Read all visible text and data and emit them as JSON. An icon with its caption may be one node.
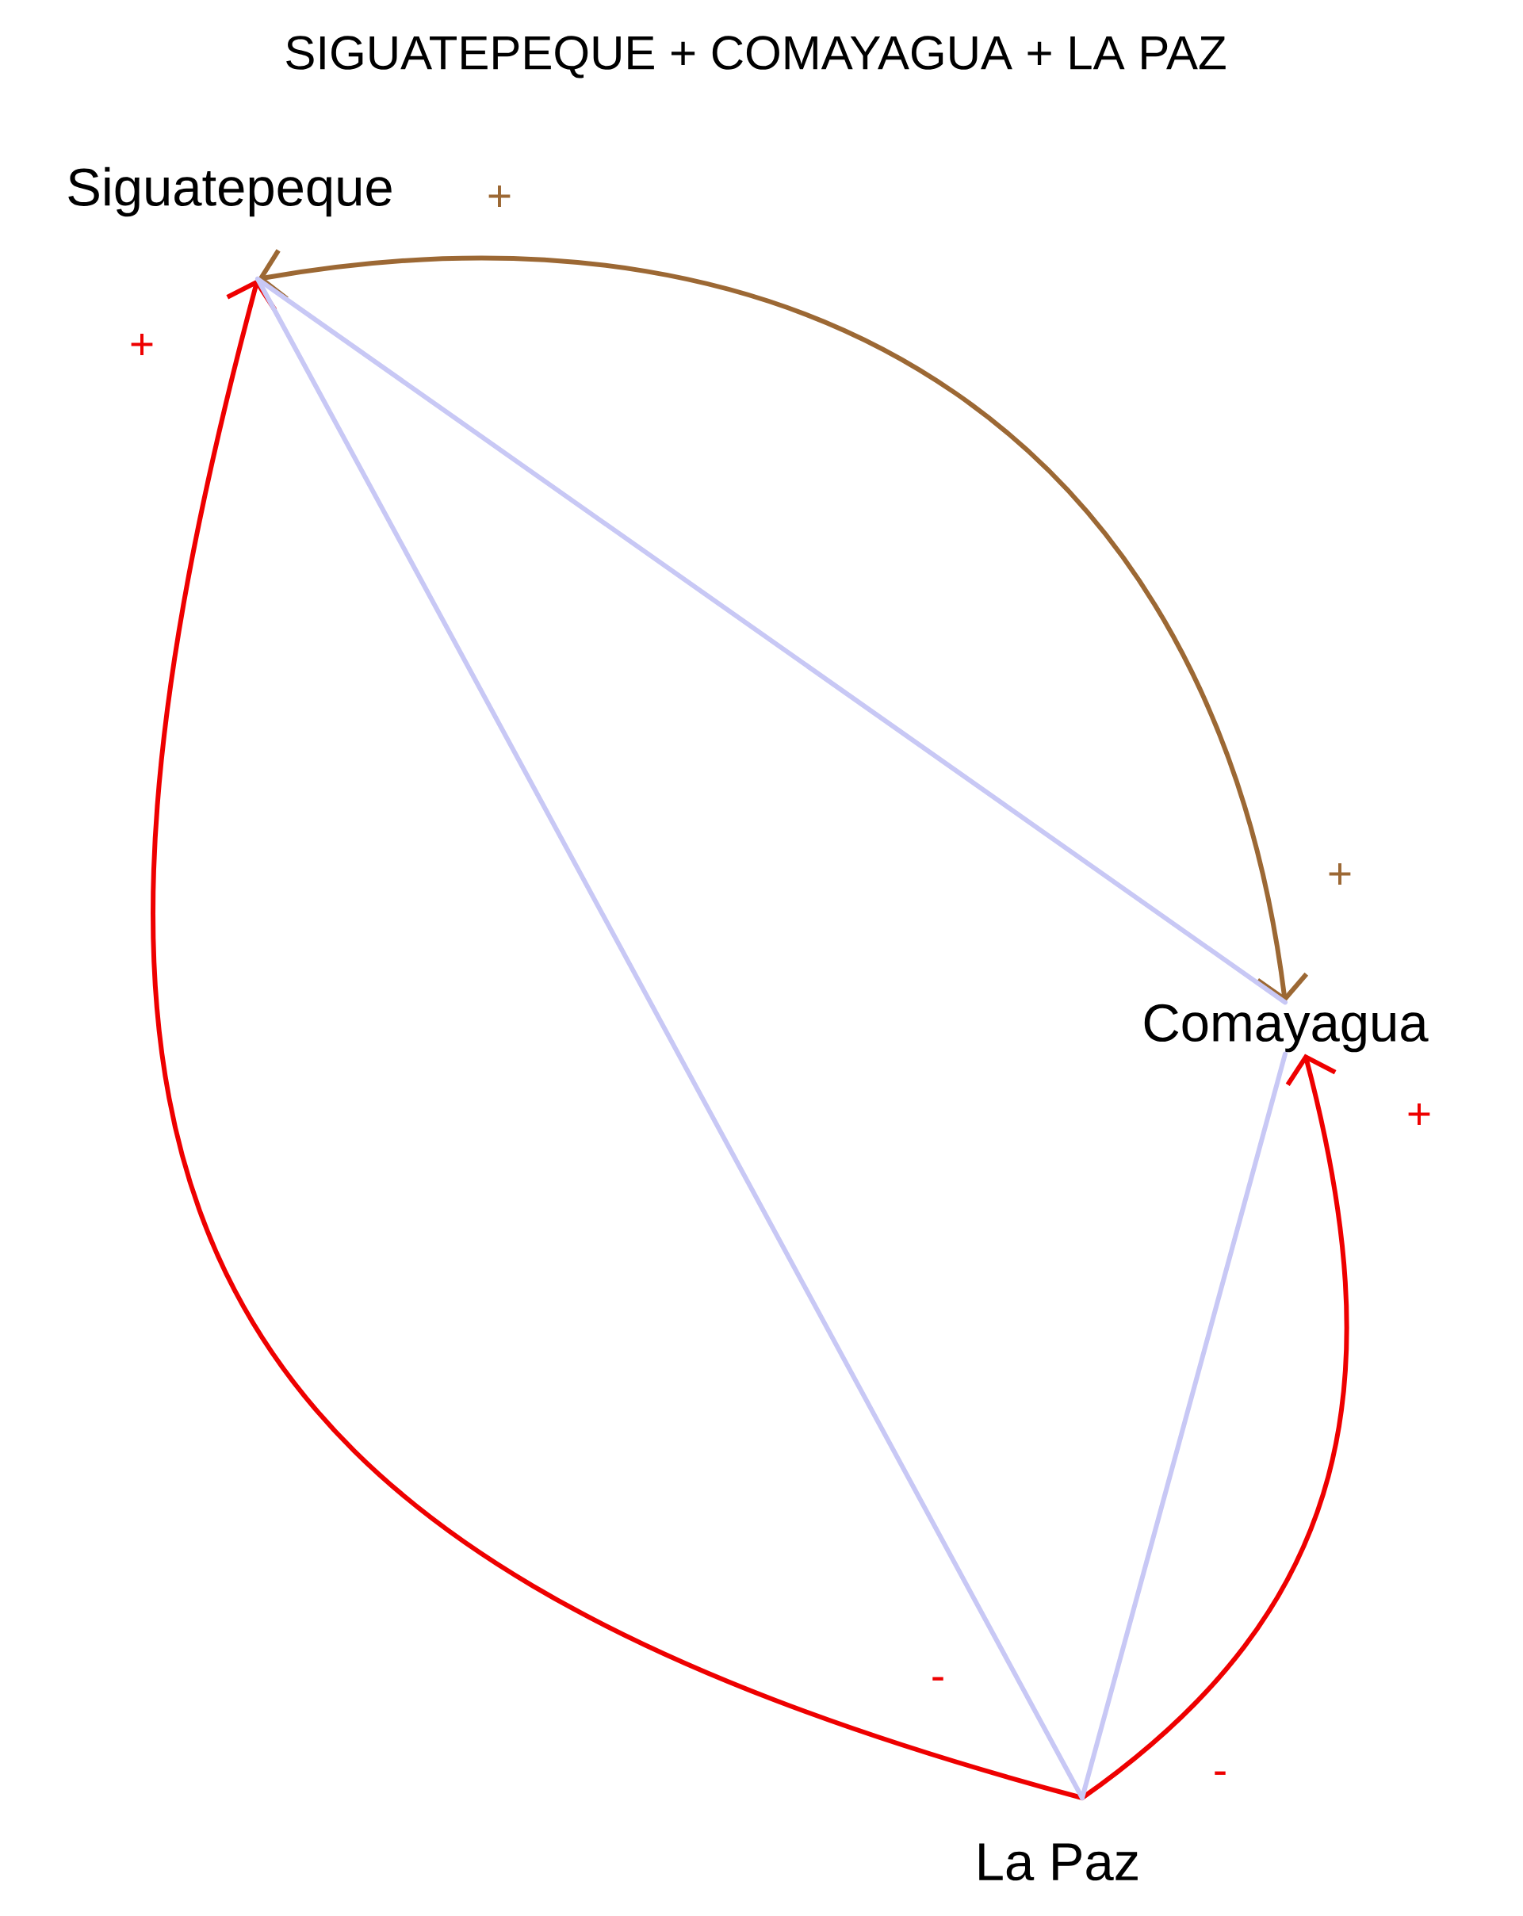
{
  "diagram": {
    "title": "SIGUATEPEQUE + COMAYAGUA + LA PAZ",
    "nodes": [
      {
        "text": [
          "Siguatepeque"
        ]
      },
      {
        "text": [
          "Comayagua"
        ]
      },
      {
        "text": [
          "La Paz"
        ]
      }
    ],
    "edges": [
      {
        "from": 1,
        "to": 0,
        "arrow": "both",
        "color": "#9c6834"
      },
      {
        "from": 2,
        "to": 0,
        "arrow": "to",
        "color": "#ee0000"
      },
      {
        "from": 2,
        "to": 1,
        "arrow": "to",
        "color": "#ee0000"
      },
      {
        "from": 0,
        "to": 1,
        "arrow": "none",
        "color": "#c8c8f5"
      },
      {
        "from": 0,
        "to": 2,
        "arrow": "none",
        "color": "#c8c8f5"
      },
      {
        "from": 1,
        "to": 2,
        "arrow": "none",
        "color": "#c8c8f5"
      }
    ],
    "labels": [
      "+",
      "+",
      "+",
      "+",
      "-",
      "-"
    ]
  }
}
